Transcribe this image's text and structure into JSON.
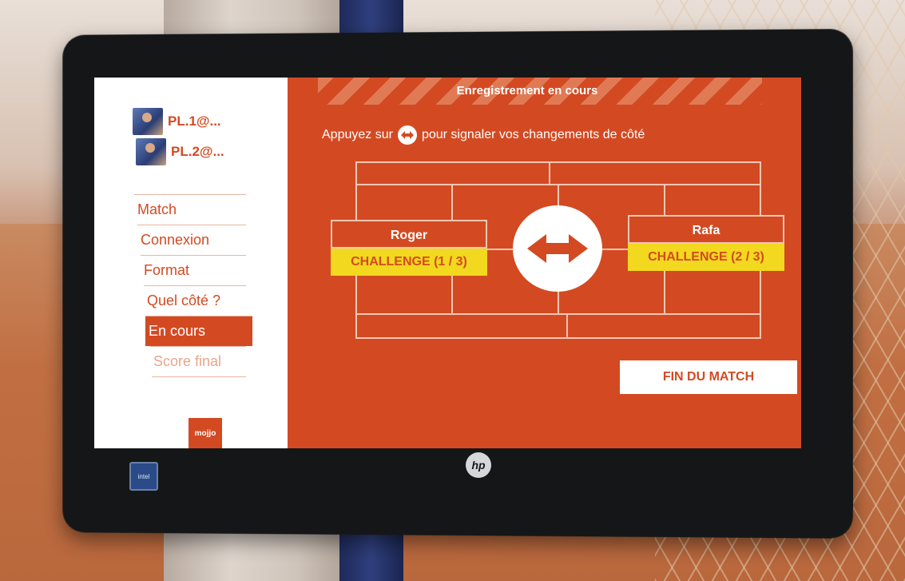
{
  "sidebar": {
    "players": [
      {
        "name": "PL.1@..."
      },
      {
        "name": "PL.2@..."
      }
    ],
    "menu": [
      {
        "label": "Match",
        "state": "done"
      },
      {
        "label": "Connexion",
        "state": "done"
      },
      {
        "label": "Format",
        "state": "done"
      },
      {
        "label": "Quel côté ?",
        "state": "done"
      },
      {
        "label": "En cours",
        "state": "active"
      },
      {
        "label": "Score final",
        "state": "disabled"
      }
    ],
    "logo_text": "mojjo"
  },
  "main": {
    "header_title": "Enregistrement en cours",
    "instruction_before": "Appuyez sur",
    "instruction_after": "pour signaler vos changements de côté",
    "left_player": {
      "name": "Roger",
      "challenge": "CHALLENGE (1 / 3)"
    },
    "right_player": {
      "name": "Rafa",
      "challenge": "CHALLENGE (2 / 3)"
    },
    "end_button": "FIN DU MATCH"
  },
  "device": {
    "brand_logo": "hp",
    "cpu_badge": "intel"
  },
  "colors": {
    "accent": "#d34a22",
    "challenge_yellow": "#f2d81f",
    "white": "#ffffff"
  },
  "icons": {
    "swap": "double-arrow-icon"
  }
}
